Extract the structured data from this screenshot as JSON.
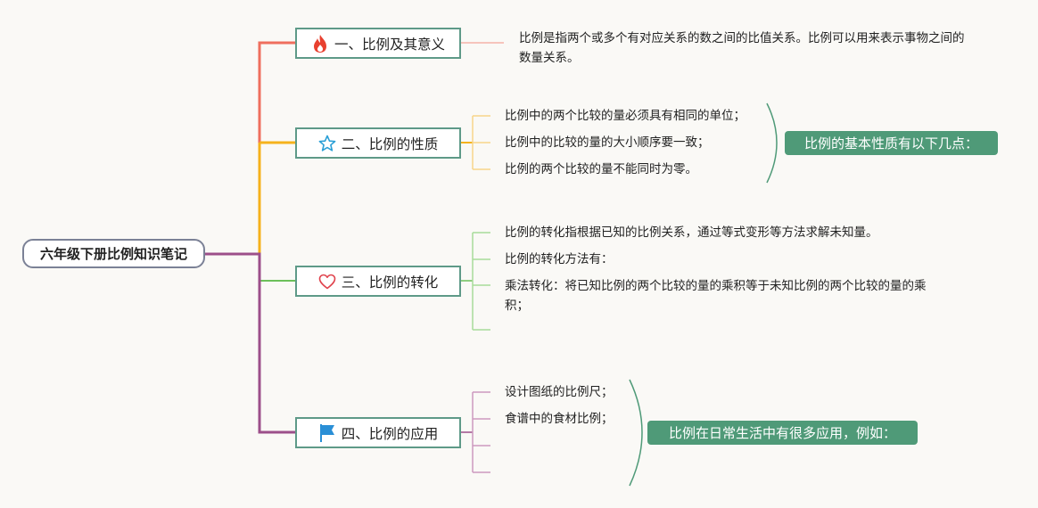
{
  "root": {
    "label": "六年级下册比例知识笔记"
  },
  "topics": [
    {
      "label": "一、比例及其意义",
      "icon": "flame-icon",
      "color": "#ef6f5e",
      "leaves": [
        "比例是指两个或多个有对应关系的数之间的比值关系。比例可以用来表示事物之间的数量关系。"
      ]
    },
    {
      "label": "二、比例的性质",
      "icon": "star-outline-icon",
      "color": "#f5b21c",
      "leaves": [
        "比例中的两个比较的量必须具有相同的单位；",
        "比例中的比较的量的大小顺序要一致；",
        "比例的两个比较的量不能同时为零。"
      ],
      "summary": "比例的基本性质有以下几点："
    },
    {
      "label": "三、比例的转化",
      "icon": "heart-outline-icon",
      "color": "#6cc05a",
      "leaves": [
        "比例的转化指根据已知的比例关系，通过等式变形等方法求解未知量。",
        "比例的转化方法有：",
        "乘法转化：将已知比例的两个比较的量的乘积等于未知比例的两个比较的量的乘积；"
      ]
    },
    {
      "label": "四、比例的应用",
      "icon": "flag-icon",
      "color": "#9c4f8a",
      "leaves": [
        "设计图纸的比例尺；",
        "食谱中的食材比例；"
      ],
      "summary": "比例在日常生活中有很多应用，例如："
    }
  ],
  "colors": {
    "root_border": "#7b8196",
    "topic_border": "#5e9a88",
    "summary_bg": "#4f9a78",
    "summary_bracket": "#4f9a78",
    "flame": "#e8402f",
    "star": "#2a9fd6",
    "heart": "#e0424c",
    "flag": "#2a8fd6",
    "leaf_line_1": "#f4b3a8",
    "leaf_line_2": "#f8d68a",
    "leaf_line_3": "#a8dc9a",
    "leaf_line_4": "#cc99bf"
  }
}
